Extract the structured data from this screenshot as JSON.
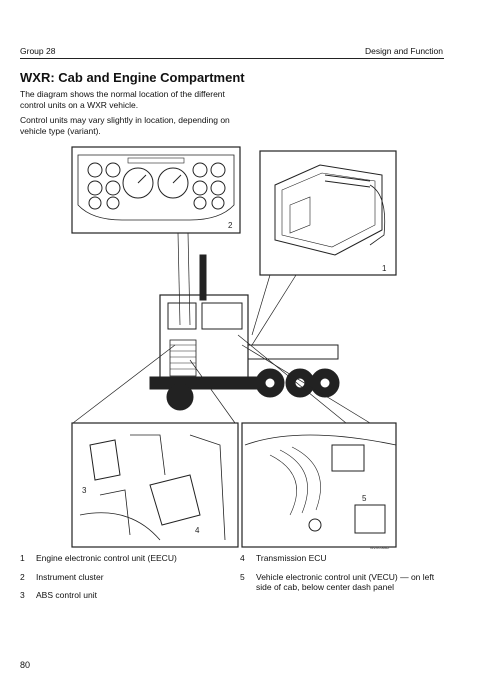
{
  "header": {
    "left": "Group 28",
    "right": "Design and Function"
  },
  "title": "WXR: Cab and Engine Compartment",
  "paragraphs": [
    "The diagram shows the normal location of the different control units on a WXR vehicle.",
    "Control units may vary slightly in location, depending on vehicle type (variant)."
  ],
  "figure": {
    "callouts": [
      "1",
      "2",
      "3",
      "4",
      "5"
    ],
    "id": "W2005662"
  },
  "legend": {
    "left": [
      {
        "num": "1",
        "text": "Engine electronic control unit (EECU)"
      },
      {
        "num": "2",
        "text": "Instrument cluster"
      },
      {
        "num": "3",
        "text": "ABS control unit"
      }
    ],
    "right": [
      {
        "num": "4",
        "text": "Transmission ECU"
      },
      {
        "num": "5",
        "text": "Vehicle electronic control unit (VECU) — on left side of cab, below center dash panel"
      }
    ]
  },
  "page_number": "80"
}
